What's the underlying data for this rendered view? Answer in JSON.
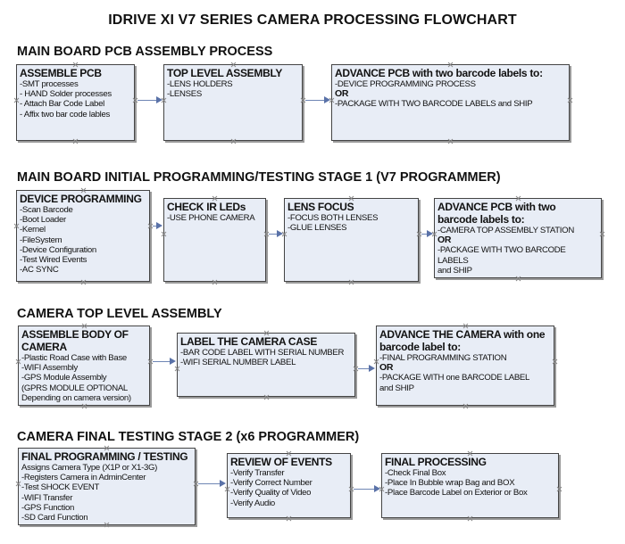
{
  "title": "IDRIVE XI V7 SERIES CAMERA PROCESSING FLOWCHART",
  "sections": [
    {
      "heading": "MAIN BOARD PCB ASSEMBLY PROCESS",
      "boxes": [
        {
          "title": "ASSEMBLE PCB",
          "items": [
            " -SMT processes",
            "- HAND Solder processes",
            "- Attach Bar Code Label",
            "- Affix two bar code lables"
          ]
        },
        {
          "title": "TOP LEVEL ASSEMBLY",
          "items": [
            "-LENS HOLDERS",
            "-LENSES"
          ]
        },
        {
          "title": "ADVANCE PCB with two barcode labels to:",
          "items": [
            "-DEVICE PROGRAMMING PROCESS",
            "OR",
            "-PACKAGE WITH TWO BARCODE LABELS and SHIP"
          ]
        }
      ]
    },
    {
      "heading": "MAIN BOARD INITIAL PROGRAMMING/TESTING STAGE 1 (V7 PROGRAMMER)",
      "boxes": [
        {
          "title": "DEVICE PROGRAMMING",
          "items": [
            "-Scan Barcode",
            "-Boot Loader",
            "-Kernel",
            "-FileSystem",
            "-Device Configuration",
            "-Test Wired Events",
            "-AC SYNC"
          ]
        },
        {
          "title": "CHECK IR LEDs",
          "items": [
            "-USE PHONE CAMERA"
          ]
        },
        {
          "title": "LENS FOCUS",
          "items": [
            "-FOCUS BOTH LENSES",
            "-GLUE LENSES"
          ]
        },
        {
          "title": "ADVANCE PCB with two barcode labels to:",
          "items": [
            "-CAMERA TOP ASSEMBLY STATION",
            "OR",
            "-PACKAGE WITH TWO BARCODE LABELS",
            "and SHIP"
          ]
        }
      ]
    },
    {
      "heading": "CAMERA TOP LEVEL ASSEMBLY",
      "boxes": [
        {
          "title": "ASSEMBLE BODY OF CAMERA",
          "items": [
            "-Plastic Road Case with Base",
            "-WIFI Assembly",
            "-GPS Module Assembly",
            "(GPRS MODULE OPTIONAL",
            "Depending on camera version)"
          ]
        },
        {
          "title": "LABEL THE CAMERA CASE",
          "items": [
            "-BAR CODE LABEL WITH SERIAL NUMBER",
            "-WIFI SERIAL NUMBER LABEL"
          ]
        },
        {
          "title": "ADVANCE THE CAMERA with one barcode label to:",
          "items": [
            "-FINAL PROGRAMMING STATION",
            " OR",
            "-PACKAGE WITH one BARCODE LABEL",
            "and SHIP"
          ]
        }
      ]
    },
    {
      "heading": "CAMERA FINAL TESTING STAGE 2 (x6 PROGRAMMER)",
      "boxes": [
        {
          "title": "FINAL PROGRAMMING / TESTING",
          "items": [
            "Assigns Camera Type (X1P or X1-3G)",
            "-Registers Camera in AdminCenter",
            "-Test SHOCK EVENT",
            "-WIFI Transfer",
            "-GPS Function",
            "-SD Card Function"
          ]
        },
        {
          "title": "REVIEW OF EVENTS",
          "items": [
            "-Verify Transfer",
            "-Verify Correct Number",
            "-Verify Quality of Video",
            "-Verify Audio"
          ]
        },
        {
          "title": "FINAL PROCESSING",
          "items": [
            " -Check Final Box",
            "-Place In Bubble wrap Bag and BOX",
            "-Place Barcode Label on Exterior or Box"
          ]
        }
      ]
    }
  ],
  "colors": {
    "box_fill": "#e8edf6",
    "box_border": "#444444",
    "arrow": "#6f86b4"
  }
}
